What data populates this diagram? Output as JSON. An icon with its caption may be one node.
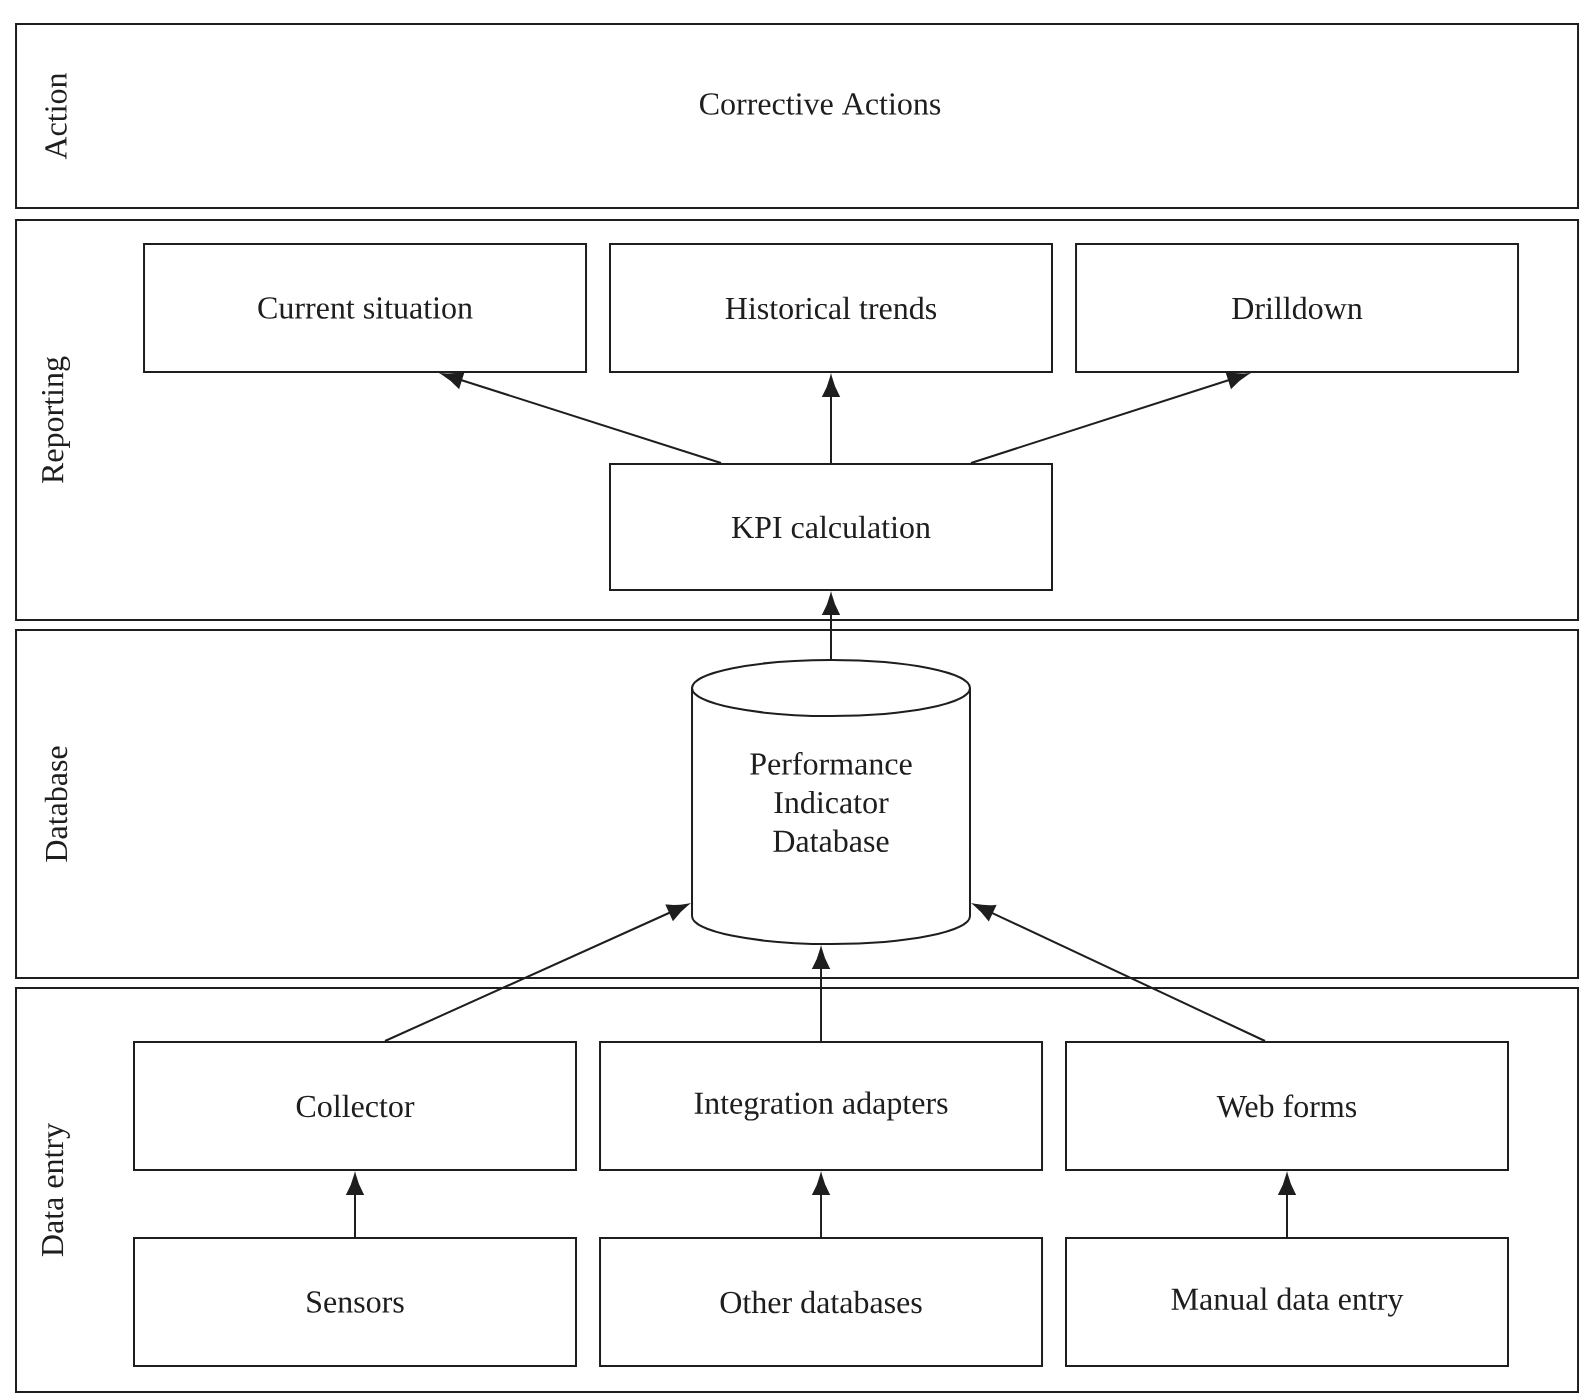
{
  "diagram": {
    "nodes": [
      {
        "text": [
          "Action",
          "Corrective Actions"
        ]
      },
      {
        "text": [
          "Reporting"
        ]
      },
      {
        "text": [
          "Current situation"
        ],
        "in": 1
      },
      {
        "text": [
          "Historical trends"
        ],
        "in": 1
      },
      {
        "text": [
          "Drilldown"
        ],
        "in": 1
      },
      {
        "text": [
          "KPI calculation"
        ],
        "in": 1
      },
      {
        "text": [
          "Database"
        ]
      },
      {
        "text": [
          "Performance Indicator Database"
        ],
        "in": 6
      },
      {
        "text": [
          "Data entry"
        ]
      },
      {
        "text": [
          "Collector"
        ],
        "in": 8
      },
      {
        "text": [
          "Integration adapters"
        ],
        "in": 8
      },
      {
        "text": [
          "Web forms"
        ],
        "in": 8
      },
      {
        "text": [
          "Sensors"
        ],
        "in": 8
      },
      {
        "text": [
          "Other databases"
        ],
        "in": 8
      },
      {
        "text": [
          "Manual data entry"
        ],
        "in": 8
      }
    ],
    "edges": [
      {
        "from": 5,
        "to": 2,
        "arrow": "to"
      },
      {
        "from": 5,
        "to": 3,
        "arrow": "to"
      },
      {
        "from": 5,
        "to": 4,
        "arrow": "to"
      },
      {
        "from": 7,
        "to": 5,
        "arrow": "to"
      },
      {
        "from": 9,
        "to": 7,
        "arrow": "to"
      },
      {
        "from": 10,
        "to": 7,
        "arrow": "to"
      },
      {
        "from": 11,
        "to": 7,
        "arrow": "to"
      },
      {
        "from": 12,
        "to": 9,
        "arrow": "to"
      },
      {
        "from": 13,
        "to": 10,
        "arrow": "to"
      },
      {
        "from": 14,
        "to": 11,
        "arrow": "to"
      }
    ]
  }
}
